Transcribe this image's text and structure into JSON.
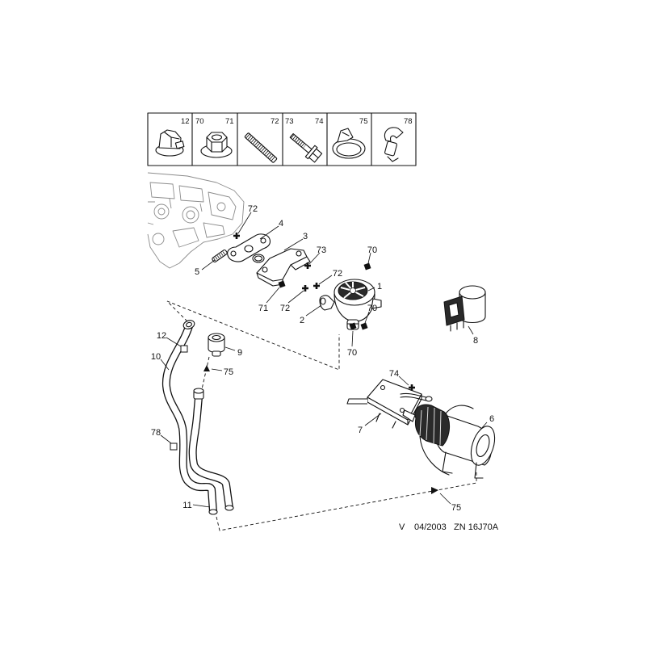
{
  "legend": {
    "cells": [
      {
        "labels": [
          "12"
        ]
      },
      {
        "labels": [
          "70",
          "71"
        ]
      },
      {
        "labels": [
          "72"
        ]
      },
      {
        "labels": [
          "73",
          "74"
        ]
      },
      {
        "labels": [
          "75"
        ]
      },
      {
        "labels": [
          "78"
        ]
      }
    ]
  },
  "callouts": [
    "72",
    "4",
    "3",
    "73",
    "70",
    "5",
    "72",
    "1",
    "71",
    "72",
    "2",
    "70",
    "70",
    "8",
    "12",
    "9",
    "10",
    "75",
    "74",
    "7",
    "6",
    "78",
    "11",
    "75"
  ],
  "footer": {
    "prefix": "V",
    "date": "04/2003",
    "reference": "ZN 16J70A"
  }
}
